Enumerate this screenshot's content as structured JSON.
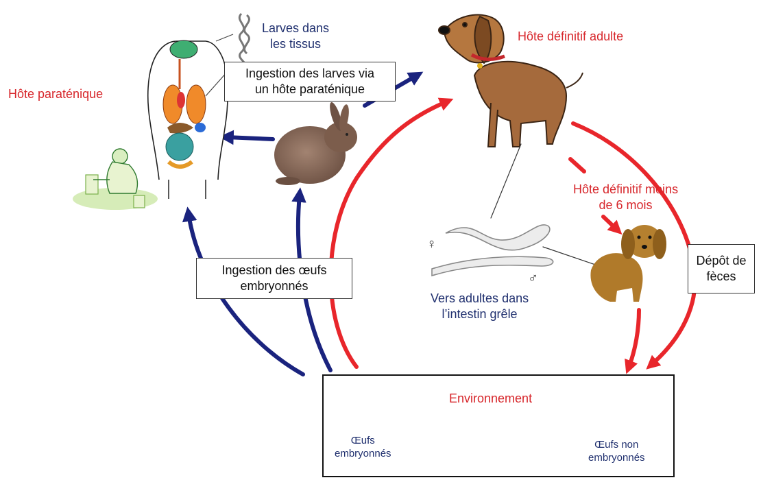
{
  "colors": {
    "cycle_arrow": "#e8262b",
    "paratenic_arrow": "#1a237e",
    "label_red": "#d7262b",
    "label_blue": "#1f2f6e"
  },
  "labels": {
    "larvae_tissues": [
      "Larves dans",
      "les tissus"
    ],
    "paratenic_host": "Hôte paraténique",
    "definitive_adult": "Hôte définitif adulte",
    "definitive_young": [
      "Hôte définitif moins",
      "de 6 mois"
    ],
    "adult_worms": [
      "Vers adultes dans",
      "l’intestin grêle"
    ],
    "female_symbol": "♀",
    "male_symbol": "♂"
  },
  "boxes": {
    "ingestion_larvae": [
      "Ingestion des larves via",
      "un hôte paraténique"
    ],
    "ingestion_eggs": [
      "Ingestion des œufs",
      "embryonnés"
    ],
    "feces": [
      "Dépôt de",
      "fèces"
    ]
  },
  "environment": {
    "title": "Environnement",
    "embryonated": [
      "Œufs",
      "embryonnés"
    ],
    "unembryonated": [
      "Œufs non",
      "embryonnés"
    ]
  },
  "icons": [
    "human-anatomy-figure",
    "child-playing-sand-icon",
    "rabbit-icon",
    "adult-dog-icon",
    "puppy-icon",
    "adult-worms-icon",
    "egg-stage-icons"
  ]
}
